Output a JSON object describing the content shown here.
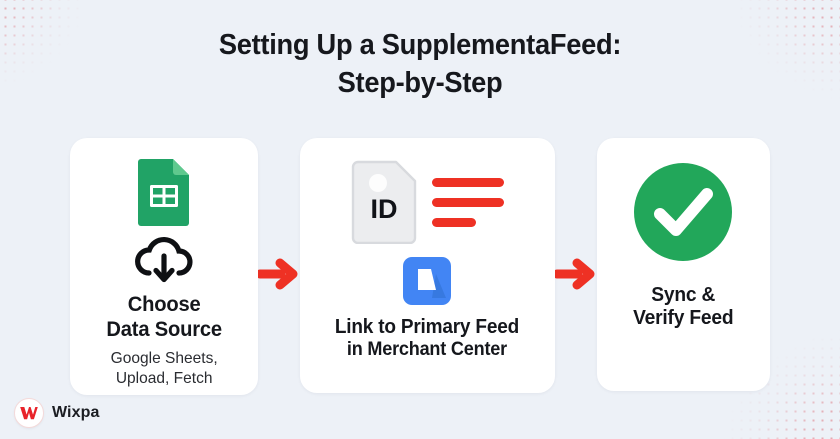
{
  "title": {
    "line1": "Setting Up a SupplementaFeed:",
    "line2": "Step-by-Step"
  },
  "colors": {
    "background": "#edf1f7",
    "card": "#ffffff",
    "accent_red": "#ee3124",
    "sheets_green": "#21a366",
    "check_green": "#22a75a",
    "merchant_blue": "#4285f4",
    "id_gray": "#ecedef",
    "text_dark": "#15171c",
    "brand_red": "#e8232a"
  },
  "steps": [
    {
      "index": "1",
      "icons": [
        "google-sheets-icon",
        "cloud-download-icon"
      ],
      "title_line1": "Choose",
      "title_line2": "Data Source",
      "sub_line1": "Google Sheets,",
      "sub_line2": "Upload, Fetch"
    },
    {
      "index": "2",
      "icons": [
        "id-tag-icon",
        "red-bars-icon",
        "merchant-center-icon"
      ],
      "id_label": "ID",
      "title_line1": "Link to Primary Feed",
      "title_line2": "in Merchant Center",
      "sub_line1": "",
      "sub_line2": ""
    },
    {
      "index": "3",
      "icons": [
        "green-check-circle-icon"
      ],
      "title_line1": "Sync &",
      "title_line2": "Verify Feed",
      "sub_line1": "",
      "sub_line2": ""
    }
  ],
  "arrows": [
    {
      "name": "arrow-step1-to-step2"
    },
    {
      "name": "arrow-step2-to-step3"
    }
  ],
  "brand": {
    "name": "Wixpa",
    "mark_letter": "W"
  }
}
